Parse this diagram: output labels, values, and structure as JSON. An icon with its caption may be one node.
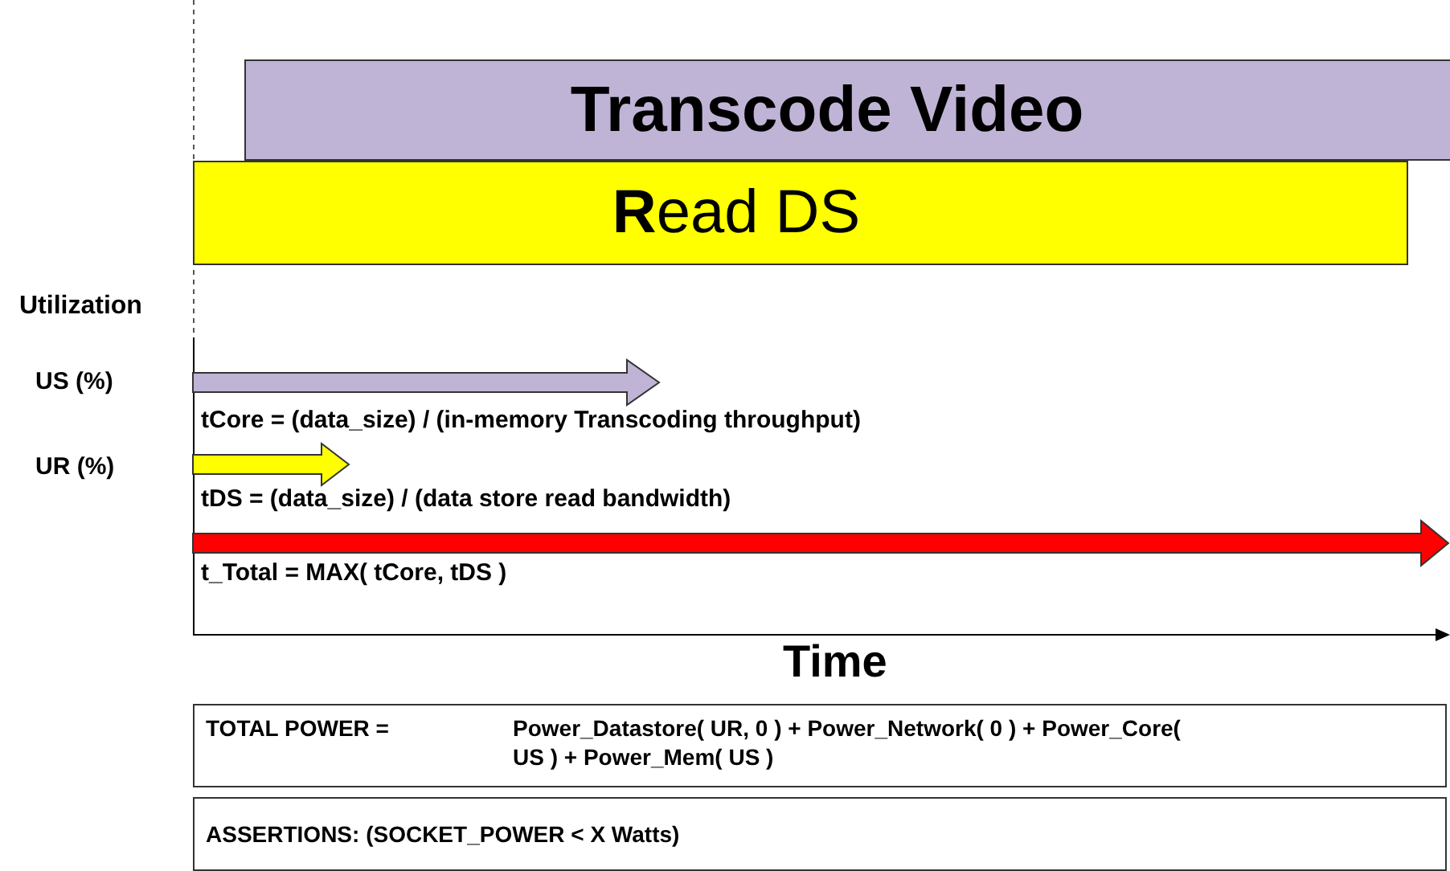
{
  "diagram": {
    "nodes": [
      {
        "text": [
          "Transcode Video"
        ]
      },
      {
        "text": [
          "**R**ead DS"
        ]
      },
      {
        "text": [
          "TOTAL POWER =",
          "Power_Datastore( UR, 0 ) + Power_Network( 0 ) + Power_Core( US ) + Power_Mem( US )"
        ]
      },
      {
        "text": [
          "ASSERTIONS: (SOCKET_POWER < X Watts)"
        ]
      }
    ],
    "edges": [],
    "labels": [
      "Utilization",
      "US (%)",
      "tCore = (data_size) / (in-memory Transcoding throughput)",
      "UR (%)",
      "tDS = (data_size) / (data store read bandwidth)",
      "t_Total = MAX( tCore, tDS )",
      "Time"
    ]
  }
}
